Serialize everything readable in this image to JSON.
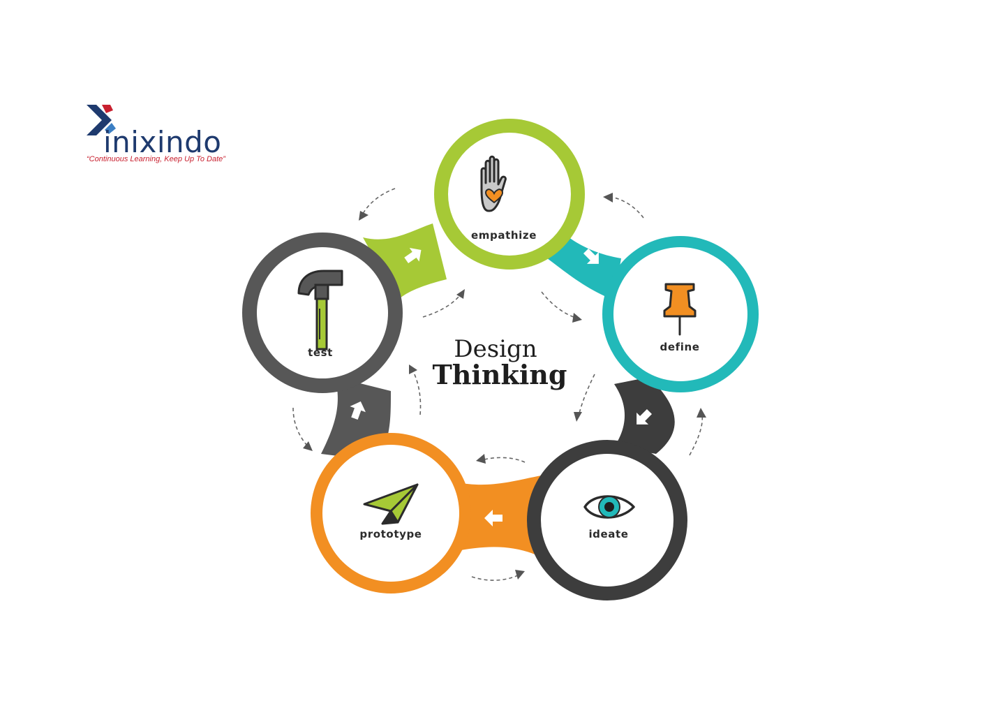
{
  "logo": {
    "wordmark": "inixindo",
    "tagline": "“Continuous Learning, Keep Up To Date”",
    "colors": {
      "navy": "#1e3a6e",
      "red": "#c8202f",
      "blue": "#3b7fc4"
    }
  },
  "center": {
    "line1": "Design",
    "line2": "Thinking"
  },
  "stages": [
    {
      "label": "empathize",
      "icon": "hand-heart-icon",
      "color": "#a6c936"
    },
    {
      "label": "define",
      "icon": "pushpin-icon",
      "color": "#22b9b9"
    },
    {
      "label": "ideate",
      "icon": "eye-icon",
      "color": "#3d3d3d"
    },
    {
      "label": "prototype",
      "icon": "paper-plane-icon",
      "color": "#f28f22"
    },
    {
      "label": "test",
      "icon": "hammer-icon",
      "color": "#575757"
    }
  ]
}
